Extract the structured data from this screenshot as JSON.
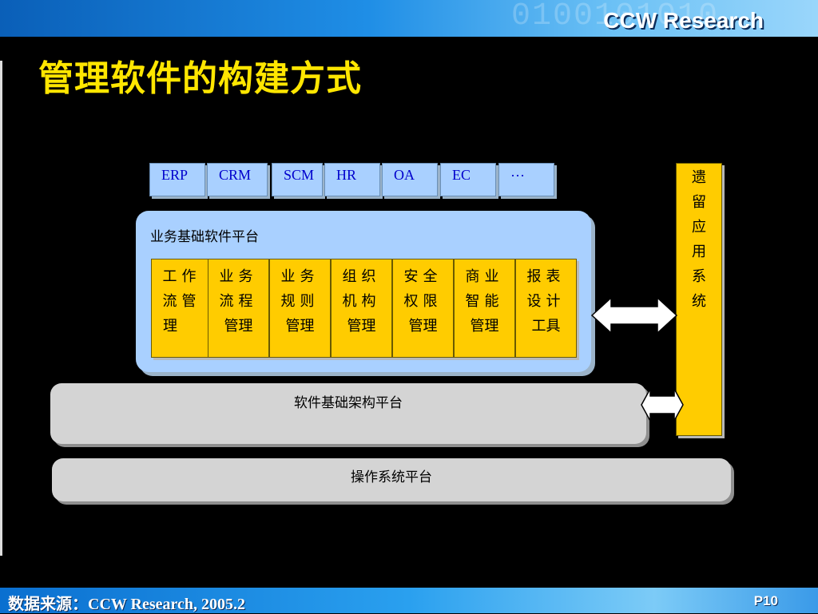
{
  "header": {
    "brand": "CCW Research",
    "digits": "0100101010"
  },
  "title": "管理软件的构建方式",
  "apps": [
    "ERP",
    "CRM",
    "SCM",
    "HR",
    "OA",
    "EC",
    "…"
  ],
  "business_platform": {
    "label": "业务基础软件平台",
    "modules": [
      {
        "line1": "工作",
        "line2": "流管",
        "line3": "理"
      },
      {
        "line1": "业务",
        "line2": "流程",
        "line3": "管理"
      },
      {
        "line1": "业务",
        "line2": "规则",
        "line3": "管理"
      },
      {
        "line1": "组织",
        "line2": "机构",
        "line3": "管理"
      },
      {
        "line1": "安全",
        "line2": "权限",
        "line3": "管理"
      },
      {
        "line1": "商业",
        "line2": "智能",
        "line3": "管理"
      },
      {
        "line1": "报表",
        "line2": "设计",
        "line3": "工具"
      }
    ]
  },
  "legacy_system": [
    "遗",
    "留",
    "应",
    "用",
    "系",
    "统"
  ],
  "infrastructure_platform": "软件基础架构平台",
  "os_platform": "操作系统平台",
  "footer": {
    "source_label": "数据来源：",
    "source_value": "CCW Research, 2005.2",
    "page": "P10"
  },
  "colors": {
    "accent_yellow": "#ffcc00",
    "panel_blue": "#a9d0ff",
    "title_yellow": "#ffe600",
    "gray": "#d4d4d4"
  }
}
